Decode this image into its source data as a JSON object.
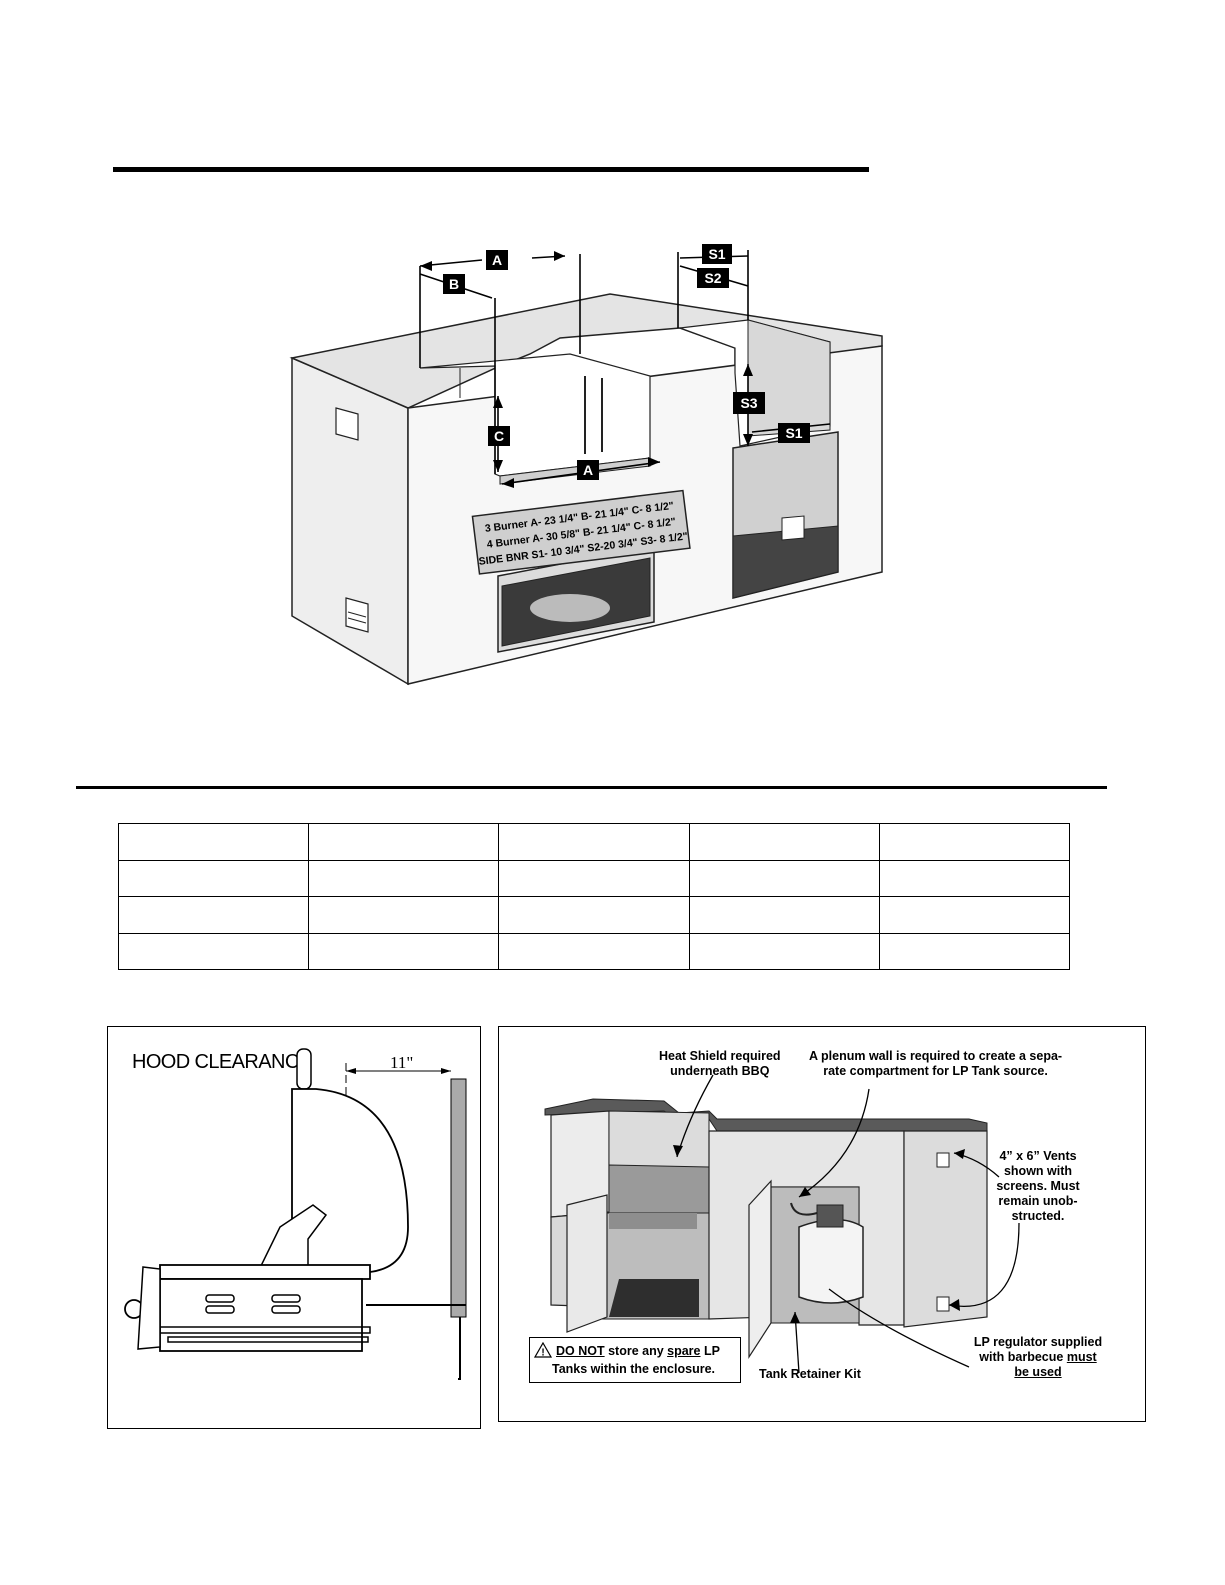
{
  "diagram": {
    "labels": {
      "a_top": "A",
      "b": "B",
      "c": "C",
      "a_bottom": "A",
      "s1_top": "S1",
      "s2": "S2",
      "s3": "S3",
      "s1_lower": "S1"
    },
    "spec_lines": [
      "3 Burner A- 23 1/4\"  B- 21 1/4\"  C- 8 1/2\"",
      "4 Burner A- 30 5/8\"  B- 21 1/4\"  C- 8 1/2\"",
      "SIDE BNR S1- 10 3/4\"  S2-20 3/4\"  S3- 8 1/2\""
    ]
  },
  "dimension_table": {
    "rows": [
      [
        "",
        "",
        "",
        "",
        ""
      ],
      [
        "",
        "",
        "",
        "",
        ""
      ],
      [
        "",
        "",
        "",
        "",
        ""
      ],
      [
        "",
        "",
        "",
        "",
        ""
      ]
    ]
  },
  "hood_clearance": {
    "title": "HOOD CLEARANCE",
    "dimension": "11\""
  },
  "enclosure": {
    "heat_shield": [
      "Heat Shield required",
      "underneath BBQ"
    ],
    "plenum": [
      "A plenum wall is required to create a sepa-",
      "rate compartment for LP Tank source."
    ],
    "vents": [
      "4” x 6” Vents",
      "shown with",
      "screens. Must",
      "remain unob-",
      "structed."
    ],
    "regulator_line1": "LP regulator supplied",
    "regulator_line2_pre": "with barbecue ",
    "regulator_must": "must",
    "regulator_line3": "be used",
    "retainer": "Tank Retainer Kit",
    "warning_icon": "!",
    "warning_do_not": "DO NOT",
    "warning_mid": " store any ",
    "warning_spare": "spare",
    "warning_end": " LP",
    "warning_line2": "Tanks within the enclosure."
  }
}
